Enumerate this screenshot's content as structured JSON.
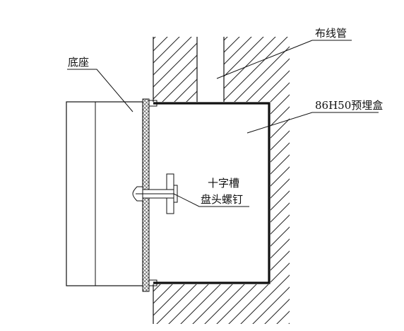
{
  "diagram": {
    "labels": {
      "wiring_pipe": "布线管",
      "base": "底座",
      "box": "86H50预埋盒",
      "screw_line1": "十字槽",
      "screw_line2": "盘头螺钉"
    },
    "colors": {
      "stroke": "#111111",
      "hatch": "#222222",
      "background": "#ffffff"
    }
  }
}
